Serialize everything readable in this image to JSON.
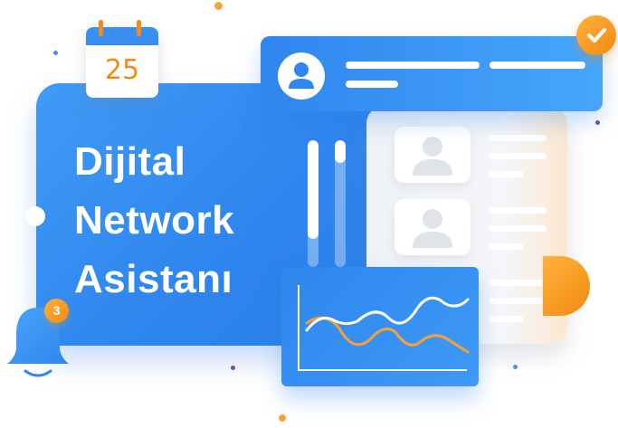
{
  "headline": {
    "line1": "Dijital",
    "line2": "Network",
    "line3": "Asistanı"
  },
  "calendar": {
    "day": "25",
    "icon": "calendar-icon"
  },
  "notification": {
    "count": "3",
    "icon": "bell-icon"
  },
  "profile": {
    "icon": "user-avatar-icon"
  },
  "badge": {
    "icon": "check-icon"
  },
  "progress": {
    "bar1_fill": 0.78,
    "bar2_fill": 0.18
  },
  "colors": {
    "primary_blue": "#2f86ee",
    "accent_orange": "#f08a10",
    "light_card": "#eef1f6"
  }
}
